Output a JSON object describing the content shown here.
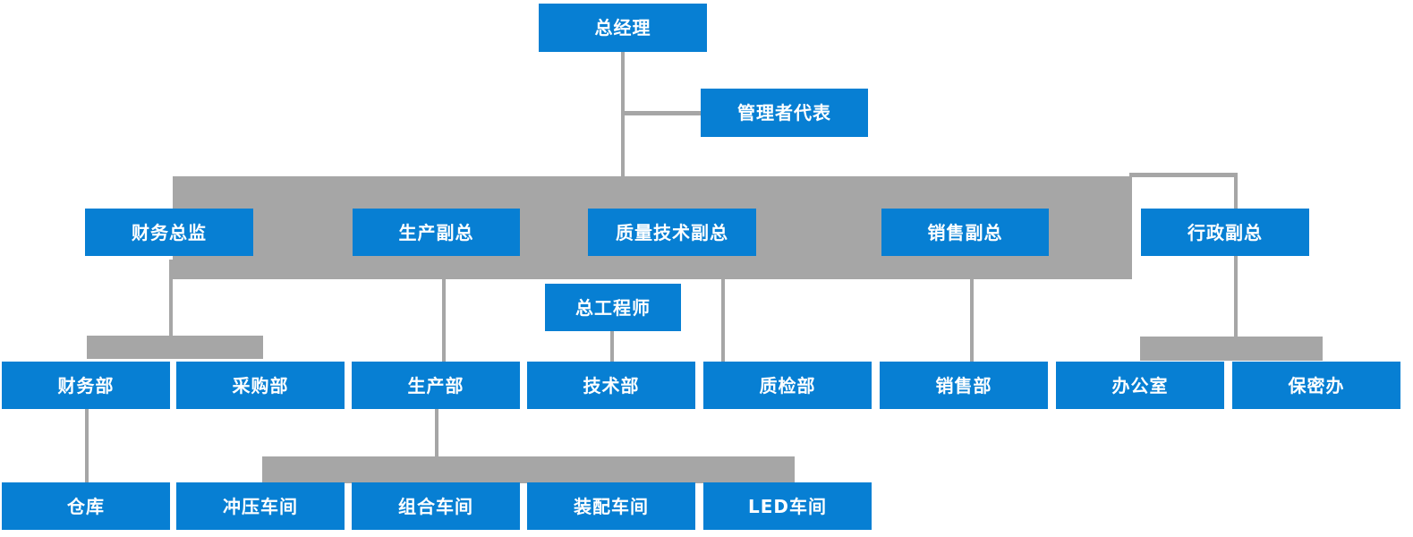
{
  "chart_data": {
    "type": "diagram",
    "title": "",
    "diagram_kind": "organizational-chart",
    "colors": {
      "node_fill": "#077fd3",
      "node_text": "#ffffff",
      "connector": "#a6a6a6",
      "background": "#ffffff"
    },
    "levels": [
      {
        "name": "top",
        "labels": [
          "总经理"
        ]
      },
      {
        "name": "staff",
        "labels": [
          "管理者代表"
        ]
      },
      {
        "name": "executives",
        "labels": [
          "财务总监",
          "生产副总",
          "质量技术副总",
          "销售副总",
          "行政副总"
        ]
      },
      {
        "name": "chief-engineer",
        "labels": [
          "总工程师"
        ]
      },
      {
        "name": "departments",
        "labels": [
          "财务部",
          "采购部",
          "生产部",
          "技术部",
          "质检部",
          "销售部",
          "办公室",
          "保密办"
        ]
      },
      {
        "name": "workshops",
        "labels": [
          "仓库",
          "冲压车间",
          "组合车间",
          "装配车间",
          "LED车间"
        ]
      }
    ],
    "edges": [
      {
        "from": "总经理",
        "to": "管理者代表"
      },
      {
        "from": "总经理",
        "to": "财务总监"
      },
      {
        "from": "总经理",
        "to": "生产副总"
      },
      {
        "from": "总经理",
        "to": "质量技术副总"
      },
      {
        "from": "总经理",
        "to": "销售副总"
      },
      {
        "from": "总经理",
        "to": "行政副总"
      },
      {
        "from": "质量技术副总",
        "to": "总工程师"
      },
      {
        "from": "财务总监",
        "to": "财务部"
      },
      {
        "from": "财务总监",
        "to": "采购部"
      },
      {
        "from": "生产副总",
        "to": "生产部"
      },
      {
        "from": "总工程师",
        "to": "技术部"
      },
      {
        "from": "质量技术副总",
        "to": "质检部"
      },
      {
        "from": "销售副总",
        "to": "销售部"
      },
      {
        "from": "行政副总",
        "to": "办公室"
      },
      {
        "from": "行政副总",
        "to": "保密办"
      },
      {
        "from": "财务部",
        "to": "仓库"
      },
      {
        "from": "生产部",
        "to": "冲压车间"
      },
      {
        "from": "生产部",
        "to": "组合车间"
      },
      {
        "from": "生产部",
        "to": "装配车间"
      },
      {
        "from": "生产部",
        "to": "LED车间"
      }
    ]
  },
  "nodes": {
    "general_manager": "总经理",
    "management_rep": "管理者代表",
    "finance_director": "财务总监",
    "production_vp": "生产副总",
    "quality_tech_vp": "质量技术副总",
    "sales_vp": "销售副总",
    "admin_vp": "行政副总",
    "chief_engineer": "总工程师",
    "finance_dept": "财务部",
    "purchasing_dept": "采购部",
    "production_dept": "生产部",
    "technology_dept": "技术部",
    "quality_inspection_dept": "质检部",
    "sales_dept": "销售部",
    "office": "办公室",
    "confidential_office": "保密办",
    "warehouse": "仓库",
    "stamping_workshop": "冲压车间",
    "assembly_workshop": "组合车间",
    "fitting_workshop": "装配车间",
    "led_workshop": "LED车间"
  }
}
